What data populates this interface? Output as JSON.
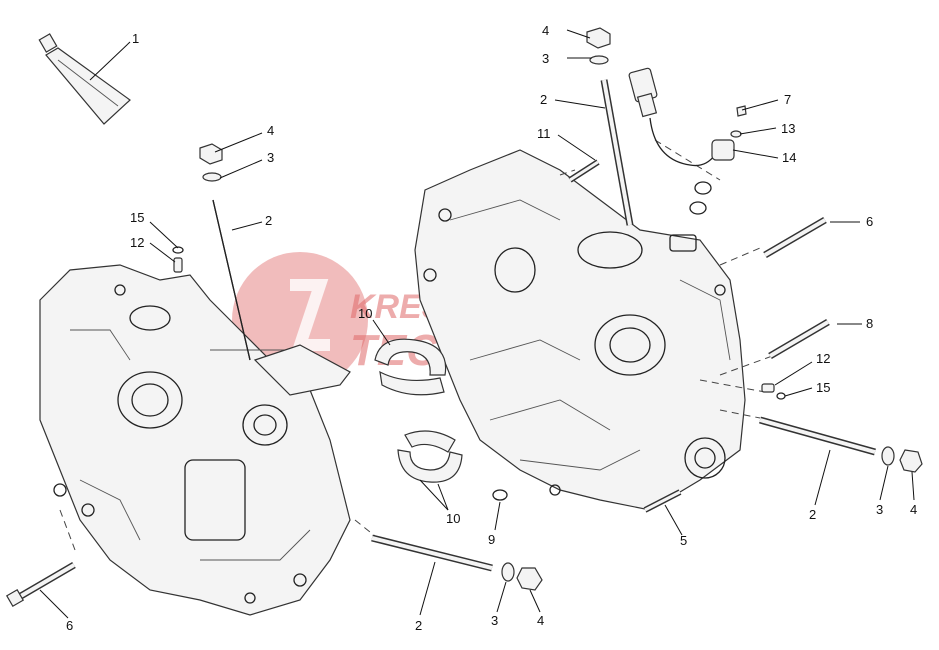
{
  "watermark": {
    "line1": "KREJCICH",
    "line2": "TECCARNA"
  },
  "callouts": [
    "1",
    "4",
    "3",
    "2",
    "15",
    "12",
    "10",
    "10",
    "9",
    "6",
    "2",
    "3",
    "4",
    "4",
    "3",
    "2",
    "11",
    "7",
    "13",
    "14",
    "6",
    "8",
    "12",
    "15",
    "2",
    "3",
    "4",
    "5"
  ],
  "colors": {
    "line": "#222222",
    "watermark": "#e06a6a",
    "background": "#ffffff"
  }
}
